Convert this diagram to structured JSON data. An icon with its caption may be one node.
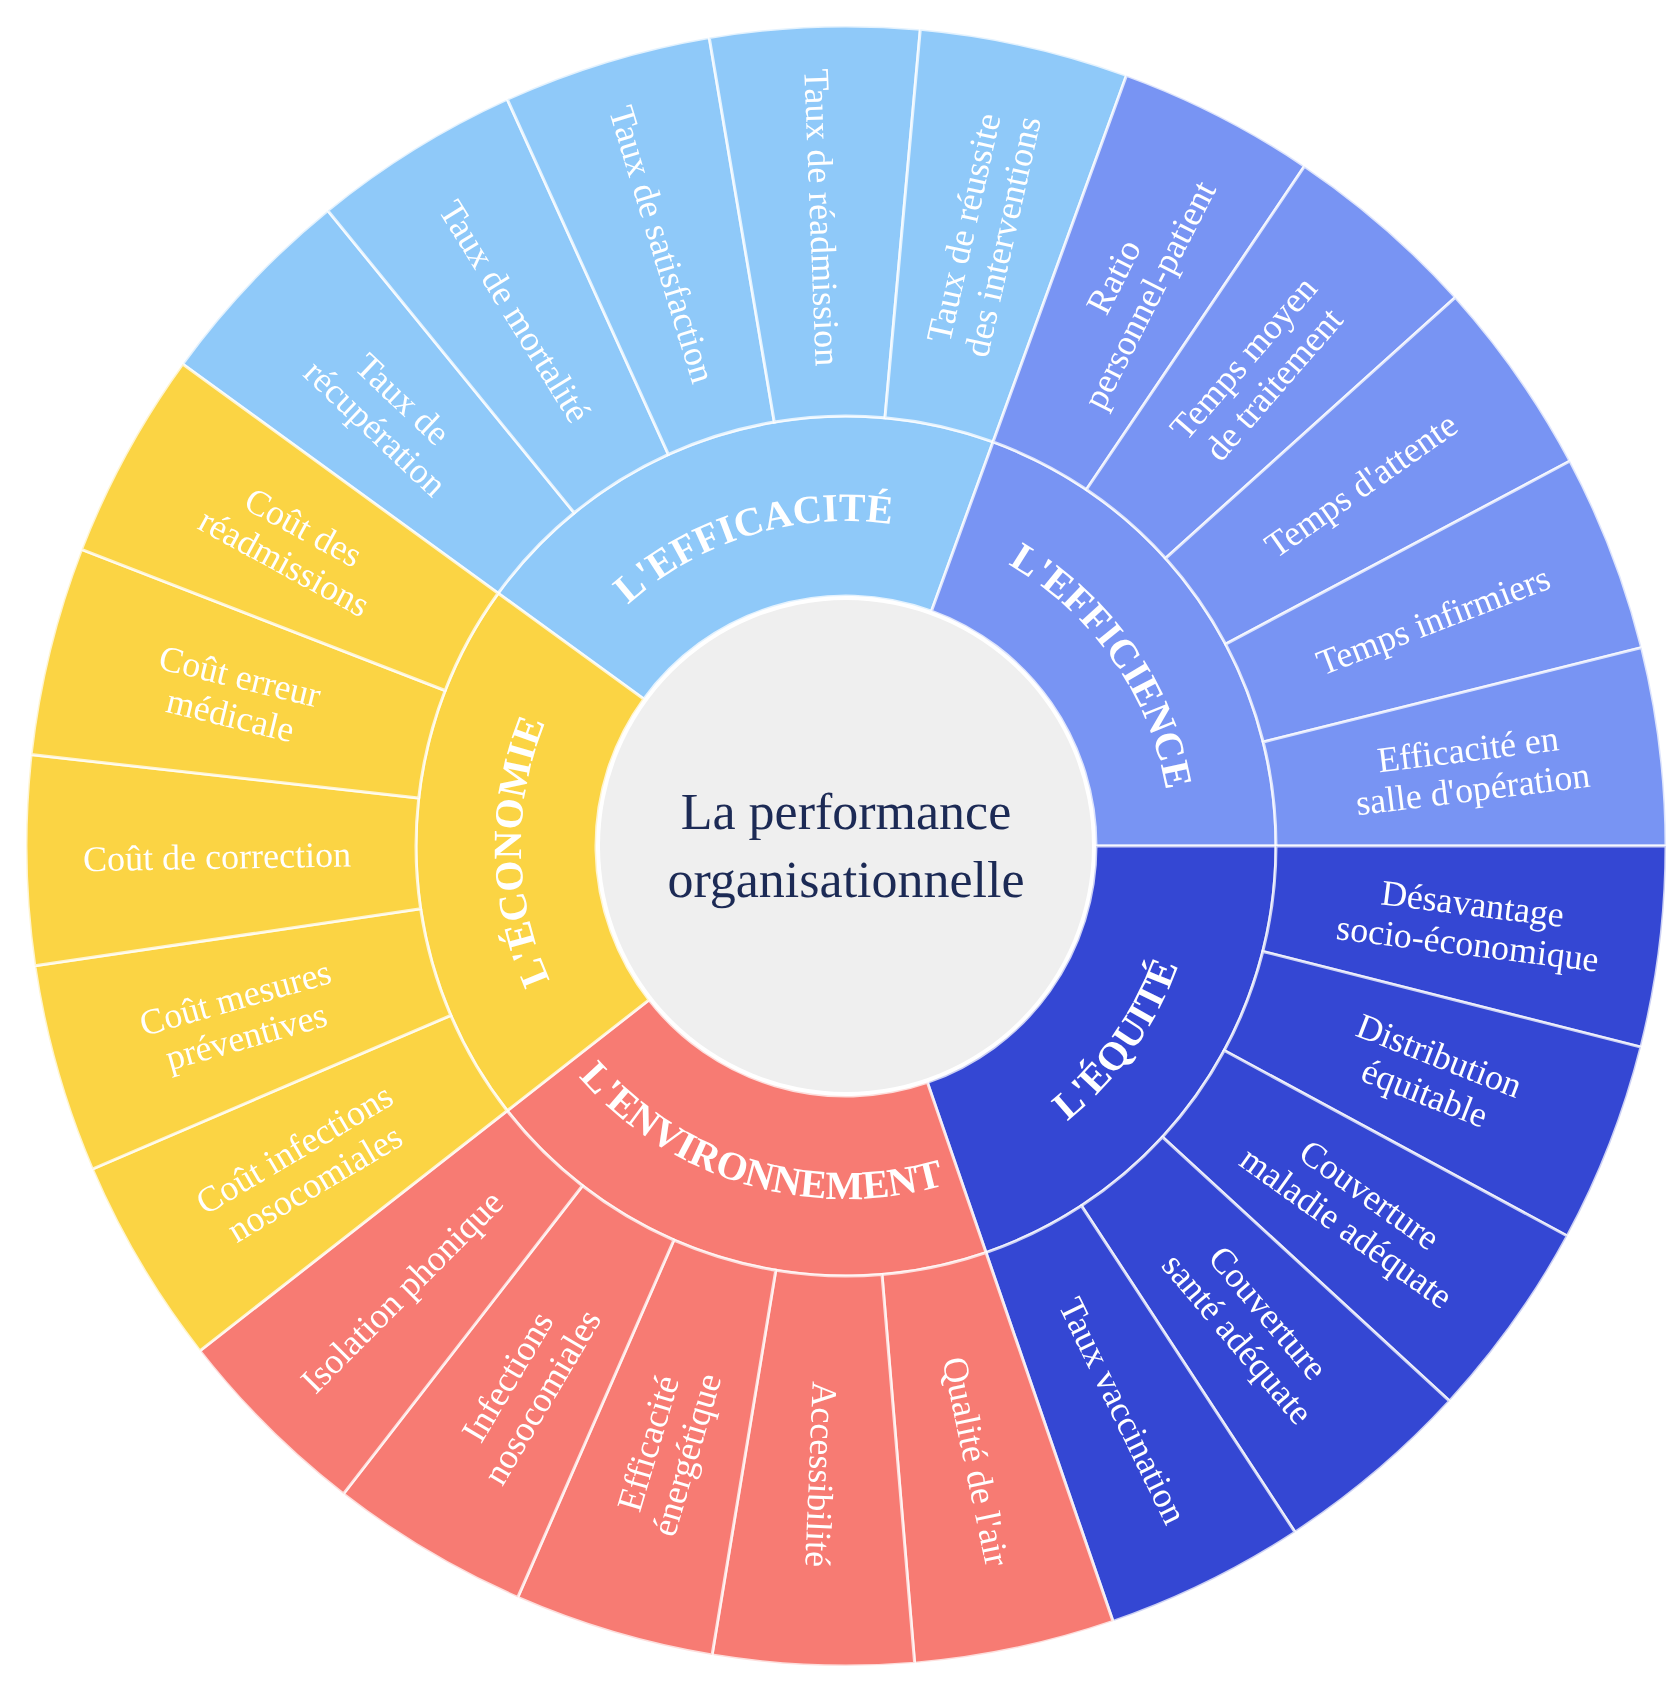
{
  "diagram": {
    "nodes": [
      {
        "text": [
          "La performance organisationnelle"
        ]
      },
      {
        "text": [
          "L'EFFICACITÉ"
        ]
      },
      {
        "text": [
          "Taux de récupération"
        ]
      },
      {
        "text": [
          "Taux de mortalité"
        ]
      },
      {
        "text": [
          "Taux de satisfaction"
        ]
      },
      {
        "text": [
          "Taux de réadmission"
        ]
      },
      {
        "text": [
          "Taux de réussite des interventions"
        ]
      },
      {
        "text": [
          "L'EFFICIENCE"
        ]
      },
      {
        "text": [
          "Ratio personnel-patient"
        ]
      },
      {
        "text": [
          "Temps moyen de traitement"
        ]
      },
      {
        "text": [
          "Temps d'attente"
        ]
      },
      {
        "text": [
          "Temps infirmiers"
        ]
      },
      {
        "text": [
          "Efficacité en salle d'opération"
        ]
      },
      {
        "text": [
          "L'ÉQUITÉ"
        ]
      },
      {
        "text": [
          "Désavantage socio-économique"
        ]
      },
      {
        "text": [
          "Distribution équitable"
        ]
      },
      {
        "text": [
          "Couverture maladie adéquate"
        ]
      },
      {
        "text": [
          "Couverture santé adéquate"
        ]
      },
      {
        "text": [
          "Taux vaccination"
        ]
      },
      {
        "text": [
          "L'ENVIRONNEMENT"
        ]
      },
      {
        "text": [
          "Qualité de l'air"
        ]
      },
      {
        "text": [
          "Accessibilité"
        ]
      },
      {
        "text": [
          "Efficacité énergétique"
        ]
      },
      {
        "text": [
          "Infections nosocomiales"
        ]
      },
      {
        "text": [
          "Isolation phonique"
        ]
      },
      {
        "text": [
          "L'ÉCONOMIE"
        ]
      },
      {
        "text": [
          "Coût infections nosocomiales"
        ]
      },
      {
        "text": [
          "Coût mesures préventives"
        ]
      },
      {
        "text": [
          "Coût de correction"
        ]
      },
      {
        "text": [
          "Coût erreur médicale"
        ]
      },
      {
        "text": [
          "Coût des réadmissions"
        ]
      }
    ]
  }
}
